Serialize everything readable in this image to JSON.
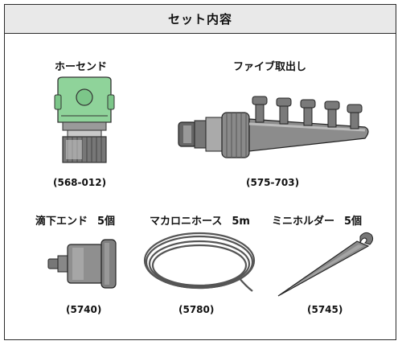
{
  "header": {
    "title": "セット内容"
  },
  "items": [
    {
      "name": "ホーセンド",
      "qty": "",
      "code": "(568-012)"
    },
    {
      "name": "ファイブ取出し",
      "qty": "",
      "code": "(575-703)"
    },
    {
      "name": "滴下エンド",
      "qty": "5個",
      "code": "(5740)"
    },
    {
      "name": "マカロニホース",
      "qty": "5m",
      "code": "(5780)"
    },
    {
      "name": "ミニホルダー",
      "qty": "5個",
      "code": "(5745)"
    }
  ],
  "colors": {
    "hose_end_accent": "#8fd39a",
    "part_gray": "#8a8a8a",
    "border": "#2a2a2a"
  },
  "icons": [
    "hose-end-icon",
    "five-way-manifold-icon",
    "drip-end-icon",
    "macaroni-hose-icon",
    "mini-holder-icon"
  ]
}
